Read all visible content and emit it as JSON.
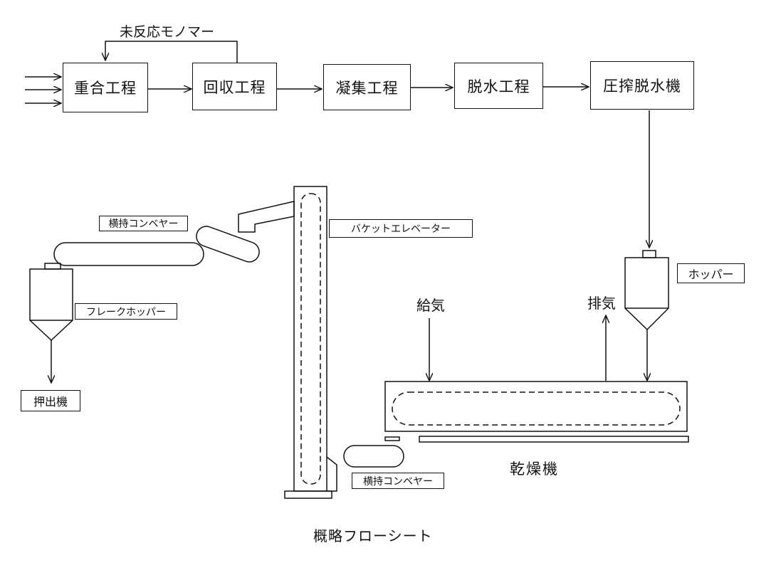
{
  "process": {
    "polymerization": "重合工程",
    "recovery": "回収工程",
    "coagulation": "凝集工程",
    "dewatering": "脱水工程",
    "squeeze_dewaterer": "圧搾脱水機"
  },
  "recycle_label": "未反応モノマー",
  "labels": {
    "conveyor_top": "横持コンベヤー",
    "bucket_elevator": "バケットエレベーター",
    "hopper": "ホッパー",
    "flake_hopper": "フレークホッパー",
    "extruder": "押出機",
    "air_supply": "給気",
    "exhaust": "排気",
    "dryer": "乾燥機",
    "conveyor_bottom": "横持コンベヤー"
  },
  "caption": "概略フローシート"
}
